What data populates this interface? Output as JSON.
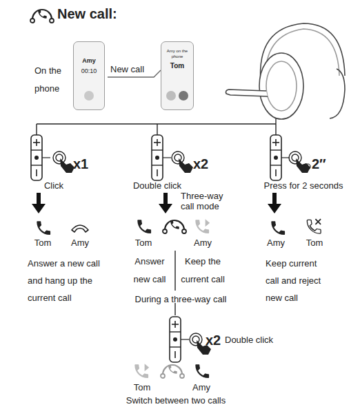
{
  "diagram": {
    "title": "New call:",
    "nodes": [
      {
        "text": [
          "Amy",
          "00:10"
        ]
      },
      {
        "text": [
          "Amy on the phone",
          "Tom"
        ]
      }
    ],
    "edges": [
      {
        "from": 0,
        "to": 1,
        "label": "New call",
        "arrow": "none"
      }
    ],
    "labels": [
      "On the phone",
      "x1",
      "Click",
      "Tom",
      "Amy",
      "Answer a new call and hang up the current call",
      "x2",
      "Double click",
      "Three-way call mode",
      "Tom",
      "Amy",
      "Answer new call",
      "Keep the current call",
      "2″",
      "Press for 2 seconds",
      "Amy",
      "Tom",
      "Keep current call and reject new call",
      "During a three-way call",
      "x2",
      "Double click",
      "Tom",
      "Amy",
      "Switch between two calls"
    ]
  }
}
